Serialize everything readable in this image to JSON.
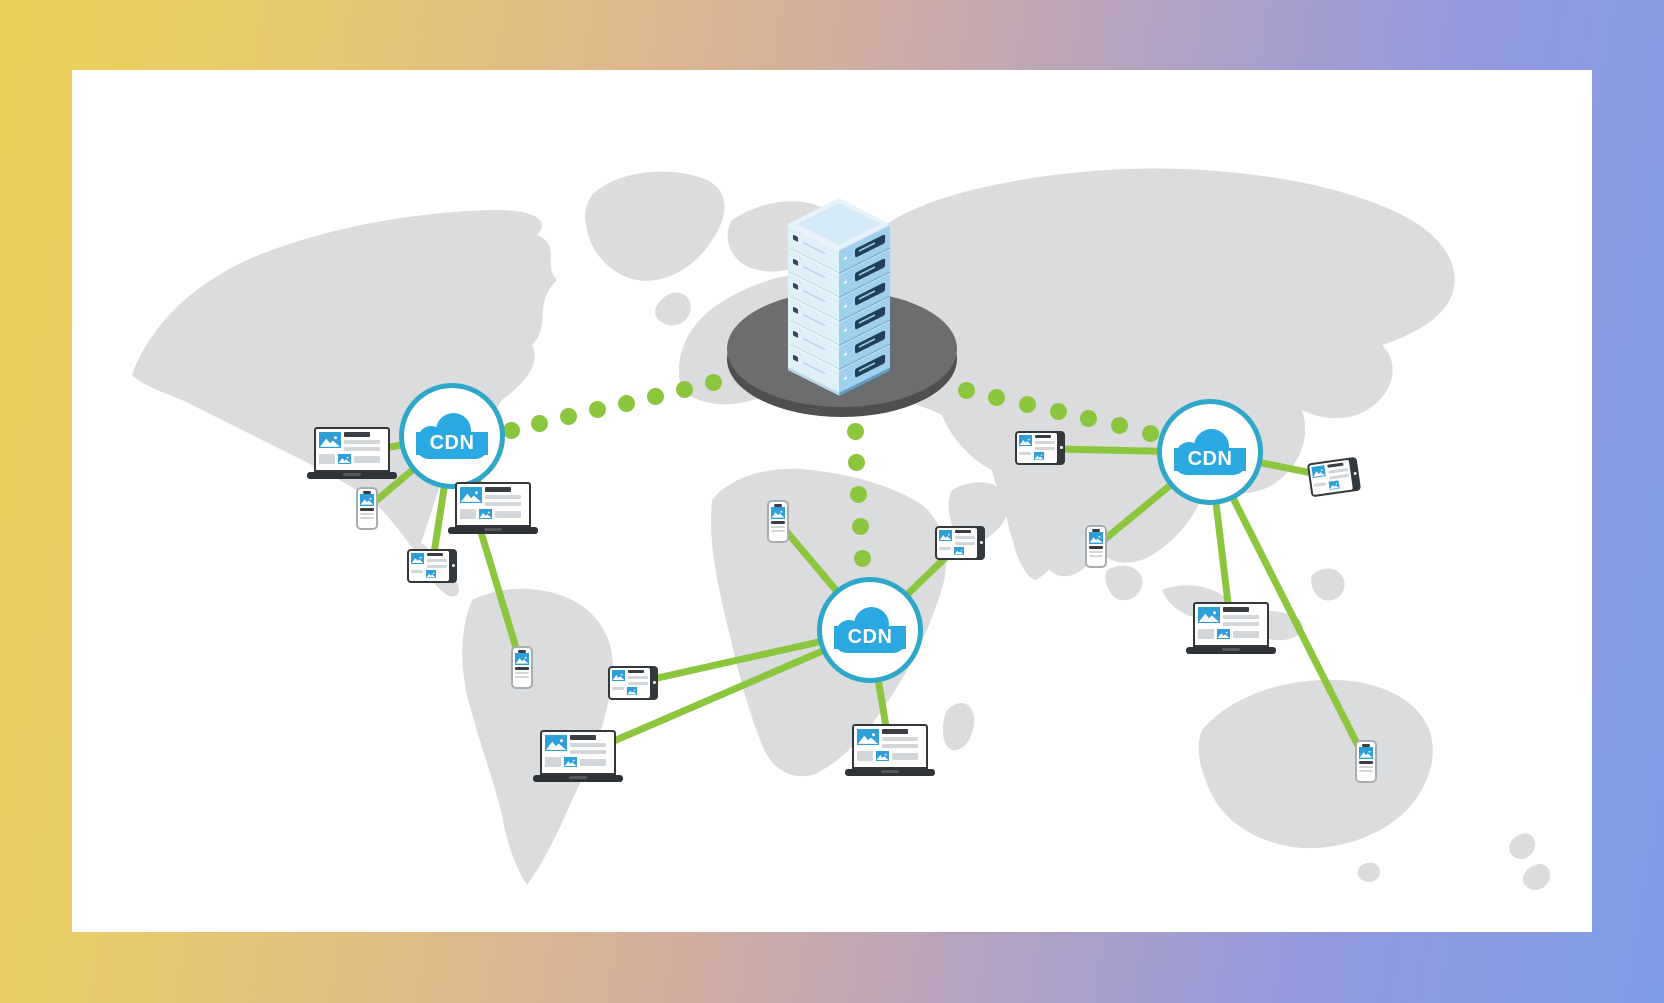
{
  "diagram": {
    "type": "cdn-network-illustration",
    "origin_server": {
      "icon": "origin-server-icon",
      "platform": "server-platform-ellipse"
    },
    "cdn_nodes": [
      {
        "id": "cdn-west",
        "label": "CDN"
      },
      {
        "id": "cdn-central",
        "label": "CDN"
      },
      {
        "id": "cdn-east",
        "label": "CDN"
      }
    ],
    "device_icons": [
      "laptop-icon",
      "tablet-icon",
      "smartphone-icon"
    ],
    "connector_styles": {
      "server_to_cdn": "dotted",
      "cdn_to_device": "solid"
    },
    "colors": {
      "link_green": "#8cc63f",
      "cloud_blue": "#29a8e1",
      "node_border_teal": "#2ea7c9",
      "map_gray": "#dbdcde",
      "platform_dark_gray": "#6c6d6f",
      "server_light_blue": "#dff0f9",
      "server_mid_blue": "#9fd1ec",
      "server_panel_navy": "#223f58",
      "card_white": "#ffffff",
      "bg_gradient_left_yellow": "#eace58",
      "bg_gradient_mid_tan": "#d2ae9f",
      "bg_gradient_right_blue": "#7f9ce8"
    }
  }
}
